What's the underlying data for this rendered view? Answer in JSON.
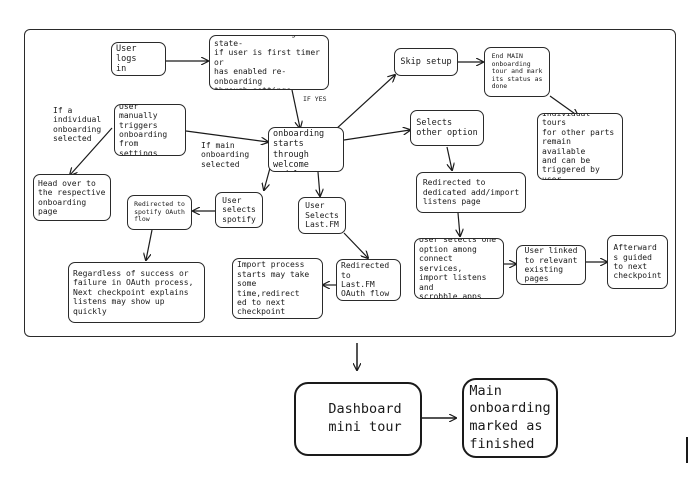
{
  "nodes": {
    "user_logs_in": "User logs\nin",
    "checks_state": "Checks onboarding state-\nif user is first timer or\nhas enabled re-onboarding\nthrough settings",
    "skip_setup": "Skip setup",
    "end_main": "End MAIN\nonboarding\ntour and mark\nits status as\ndone",
    "manual_trigger": "User manually\ntriggers\nonboarding\nfrom settings",
    "main_onboarding": "Main\nonboarding\nstarts through\nwelcome modal",
    "selects_other": "Selects\nother option",
    "individual_tours": "Individual tours\nfor other parts\nremain available\nand can be\ntriggered by user",
    "head_over": "Head over to\nthe respective\nonboarding page",
    "redirect_spotify": "Redirected to\nspotify OAuth\nflow",
    "selects_spotify": "User\nselects\nspotify",
    "selects_lastfm": "User\nSelects\nLast.FM",
    "redirect_dedicated": "Redirected to\ndedicated add/import\nlistens page",
    "selects_service": "User selects one\noption among\nconnect services,\nimport listens and\nscrobble apps",
    "linked_pages": "User linked\nto relevant\nexisting\npages",
    "afterward": "Afterward\ns guided\nto next\ncheckpoint",
    "regardless": "Regardless of success or\nfailure in OAuth process,\nNext checkpoint explains\nlistens may show up quickly",
    "import_process": "Import process\nstarts may take\nsome time,redirect\ned to next\ncheckpoint",
    "redirect_lastfm": "Redirected to\nLast.FM\nOAuth flow",
    "dashboard": "Dashboard\nmini tour",
    "marked_finished": "Main\nonboarding\nmarked as\nfinished"
  },
  "labels": {
    "if_yes": "IF YES",
    "if_individual": "If a\nindividual\nonboarding\nselected",
    "if_main": "If main\nonboarding\nselected"
  }
}
